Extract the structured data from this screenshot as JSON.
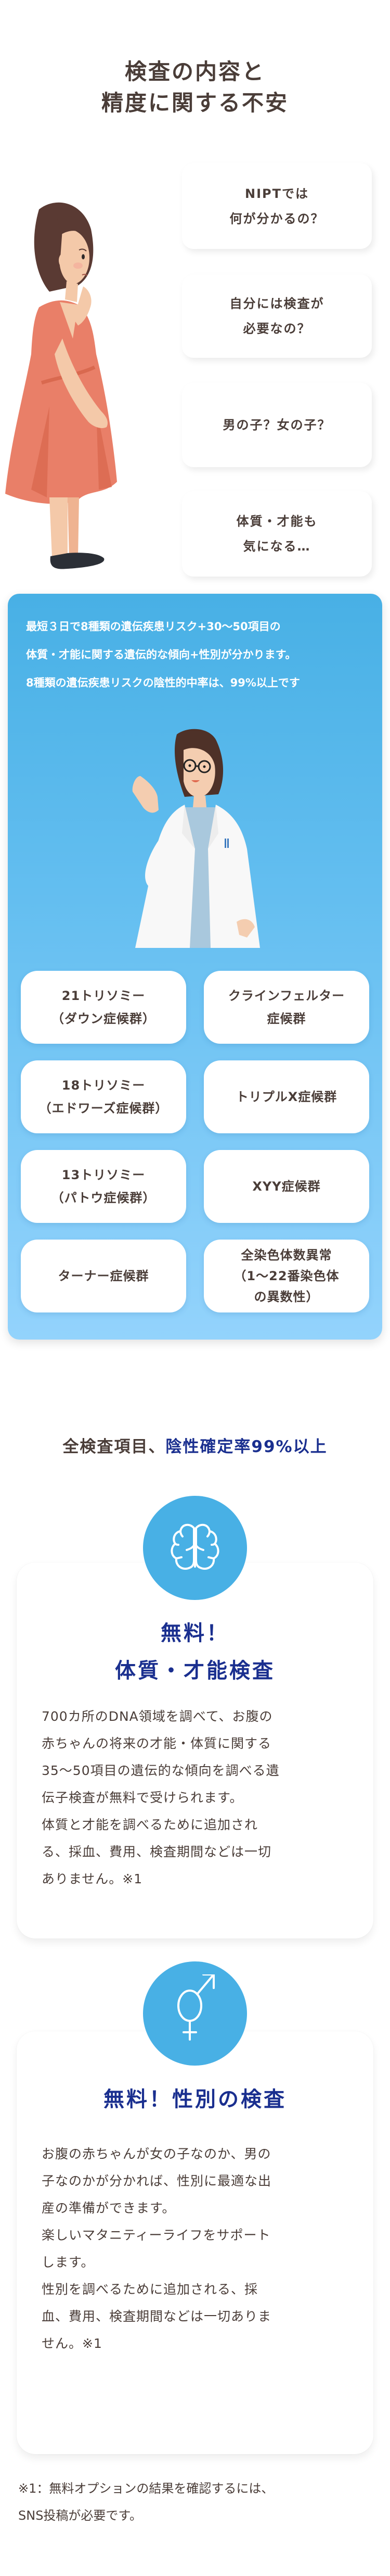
{
  "hero": {
    "title_line1": "検査の内容と",
    "title_line2": "精度に関する不安"
  },
  "concerns": [
    {
      "line1": "NIPTでは",
      "line2": "何が分かるの？"
    },
    {
      "line1": "自分には検査が",
      "line2": "必要なの？"
    },
    {
      "line1": "男の子？女の子？",
      "line2": ""
    },
    {
      "line1": "体質・才能も",
      "line2": "気になる…"
    }
  ],
  "panel": {
    "intro_lines": [
      "最短３日で8種類の遺伝疾患リスク+30〜50項目の",
      "体質・才能に関する遺伝的な傾向+性別が分かります。",
      "8種類の遺伝疾患リスクの陰性的中率は、99%以上です"
    ],
    "diseases": [
      {
        "line1": "21トリソミー",
        "line2": "（ダウン症候群）",
        "line3": ""
      },
      {
        "line1": "クラインフェルター",
        "line2": "症候群",
        "line3": ""
      },
      {
        "line1": "18トリソミー",
        "line2": "（エドワーズ症候群）",
        "line3": ""
      },
      {
        "line1": "トリプルX症候群",
        "line2": "",
        "line3": ""
      },
      {
        "line1": "13トリソミー",
        "line2": "（パトウ症候群）",
        "line3": ""
      },
      {
        "line1": "XYY症候群",
        "line2": "",
        "line3": ""
      },
      {
        "line1": "ターナー症候群",
        "line2": "",
        "line3": ""
      },
      {
        "line1": "全染色体数異常",
        "line2": "（1〜22番染色体",
        "line3": "の異数性）"
      }
    ]
  },
  "headline": {
    "prefix": "全検査項目、",
    "accent": "陰性確定率99%以上"
  },
  "features": [
    {
      "icon": "brain-icon",
      "title_line1": "無料！",
      "title_line2": "体質・才能検査",
      "body_lines": [
        "700カ所のDNA領域を調べて、お腹の",
        "赤ちゃんの将来の才能・体質に関する",
        "35〜50項目の遺伝的な傾向を調べる遺",
        "伝子検査が無料で受けられます。",
        "体質と才能を調べるために追加され",
        "る、採血、費用、検査期間などは一切",
        "ありません。※1"
      ]
    },
    {
      "icon": "gender-icon",
      "title_line1": "無料！性別の検査",
      "title_line2": "",
      "body_lines": [
        "お腹の赤ちゃんが女の子なのか、男の",
        "子なのかが分かれば、性別に最適な出",
        "産の準備ができます。",
        "楽しいマタニティーライフをサポート",
        "します。",
        "性別を調べるために追加される、採",
        "血、費用、検査期間などは一切ありま",
        "せん。※1"
      ]
    }
  ],
  "footnote": {
    "line1": "※1：無料オプションの結果を確認するには、",
    "line2": "SNS投稿が必要です。"
  },
  "colors": {
    "text": "#4A3D38",
    "accent_navy": "#1A2F8F",
    "sky_blue": "#48B0E5",
    "light_blue": "#93D3FC",
    "dress": "#E97F68"
  }
}
